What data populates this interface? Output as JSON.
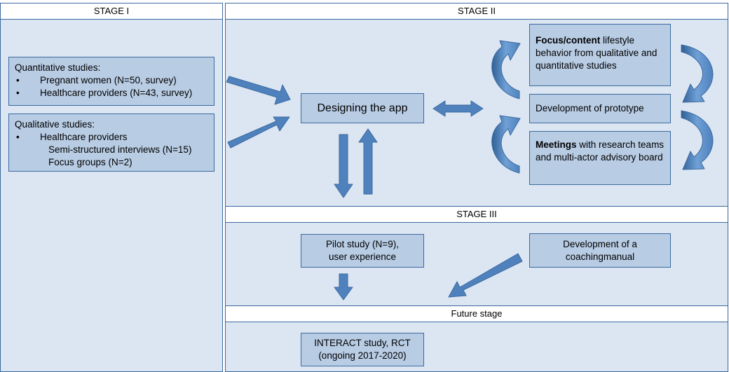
{
  "stages": {
    "stage1": "STAGE I",
    "stage2": "STAGE II",
    "stage3": "STAGE III",
    "future": "Future stage"
  },
  "quantitative": {
    "title": "Quantitative studies:",
    "items": [
      "Pregnant women (N=50, survey)",
      "Healthcare providers (N=43, survey)"
    ]
  },
  "qualitative": {
    "title": "Qualitative studies:",
    "item": "Healthcare providers",
    "subitems": [
      "Semi-structured  interviews (N=15)",
      "Focus groups (N=2)"
    ]
  },
  "design": {
    "label": "Designing the app"
  },
  "focus": {
    "bold": "Focus/content",
    "rest": " lifestyle behavior from qualitative and quantitative studies"
  },
  "prototype": {
    "label": "Development of prototype"
  },
  "meetings": {
    "bold": "Meetings",
    "rest": " with research teams and multi-actor advisory board"
  },
  "pilot": {
    "line1": "Pilot study (N=9),",
    "line2": "user experience"
  },
  "coaching": {
    "line1": "Development of a",
    "line2": "coachingmanual"
  },
  "interact": {
    "line1": "INTERACT study, RCT",
    "line2": "(ongoing 2017-2020)"
  },
  "colors": {
    "panel": "#dce6f2",
    "box": "#b8cce4",
    "arrow": "#4f81bd",
    "border": "#3b6aa0"
  }
}
